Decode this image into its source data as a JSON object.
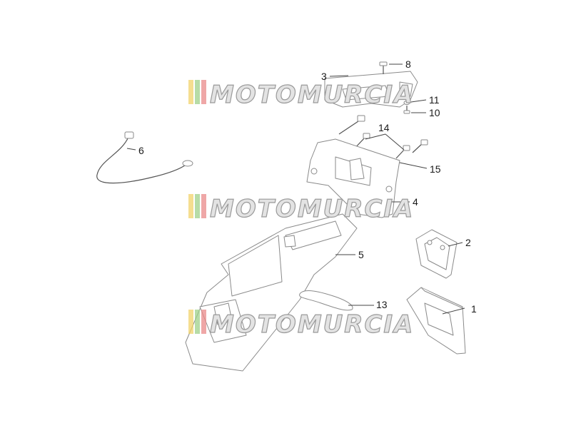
{
  "watermark": {
    "text": "MOTOMURCIA",
    "stripe_colors": [
      "#f2d36b",
      "#9fd08a",
      "#e98a8a"
    ]
  },
  "callouts": [
    {
      "id": "1",
      "label": "1"
    },
    {
      "id": "2",
      "label": "2"
    },
    {
      "id": "3",
      "label": "3"
    },
    {
      "id": "4",
      "label": "4"
    },
    {
      "id": "5",
      "label": "5"
    },
    {
      "id": "6",
      "label": "6"
    },
    {
      "id": "8",
      "label": "8"
    },
    {
      "id": "10",
      "label": "10"
    },
    {
      "id": "11",
      "label": "11"
    },
    {
      "id": "13",
      "label": "13"
    },
    {
      "id": "14",
      "label": "14"
    },
    {
      "id": "15",
      "label": "15"
    }
  ]
}
